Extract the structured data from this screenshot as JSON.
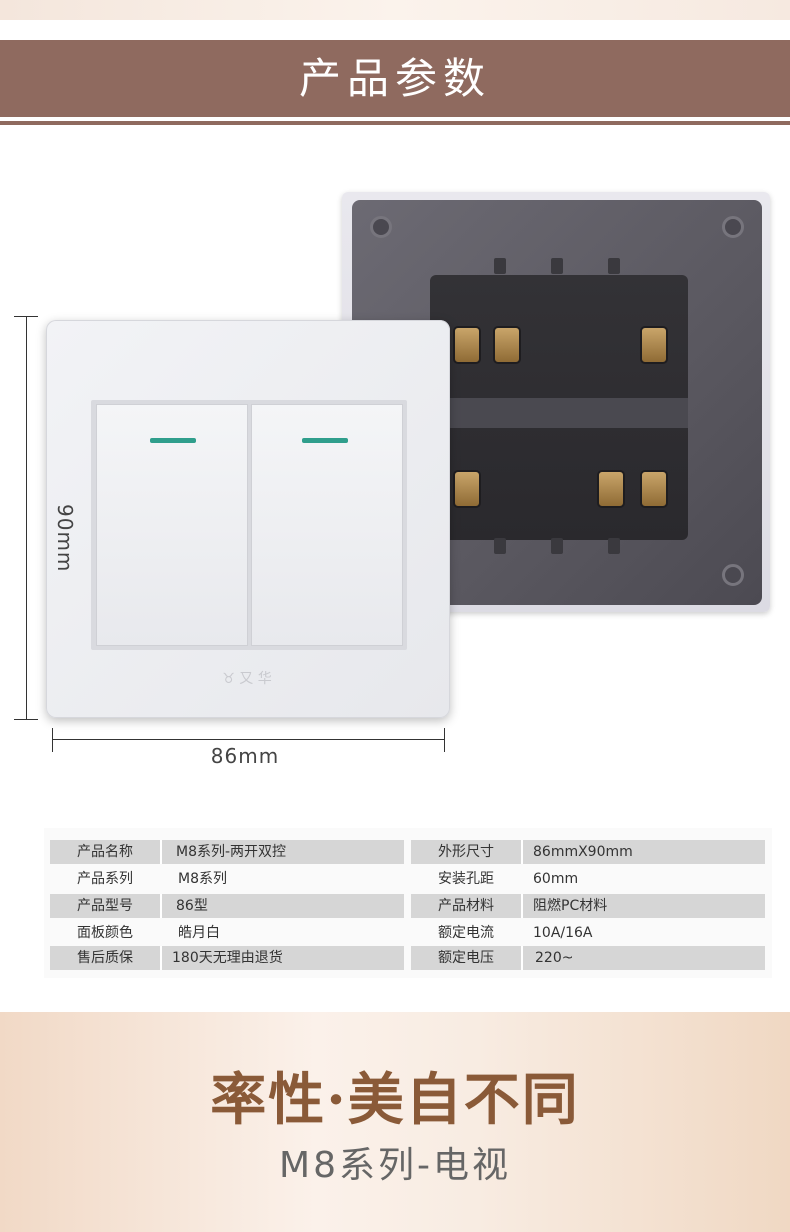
{
  "header": {
    "title": "产品参数"
  },
  "dimensions": {
    "height_label": "90mm",
    "width_label": "86mm"
  },
  "front_plate": {
    "logo_text": "♉ 又 华"
  },
  "specs": {
    "left": [
      {
        "label": "产品名称",
        "value": "M8系列-两开双控"
      },
      {
        "label": "产品系列",
        "value": "M8系列"
      },
      {
        "label": "产品型号",
        "value": "86型"
      },
      {
        "label": "面板颜色",
        "value": "皓月白"
      },
      {
        "label": "售后质保",
        "value": "180天无理由退货"
      }
    ],
    "right": [
      {
        "label": "外形尺寸",
        "value": "86mmX90mm"
      },
      {
        "label": "安装孔距",
        "value": "60mm"
      },
      {
        "label": "产品材料",
        "value": "阻燃PC材料"
      },
      {
        "label": "额定电流",
        "value": "10A/16A"
      },
      {
        "label": "额定电压",
        "value": "220~"
      }
    ]
  },
  "banner": {
    "slogan": "率性·美自不同",
    "series": "M8系列-电视"
  },
  "colors": {
    "header": "#8f6a5f",
    "indicator": "#2f9e8c",
    "slogan": "#8a5a38"
  }
}
